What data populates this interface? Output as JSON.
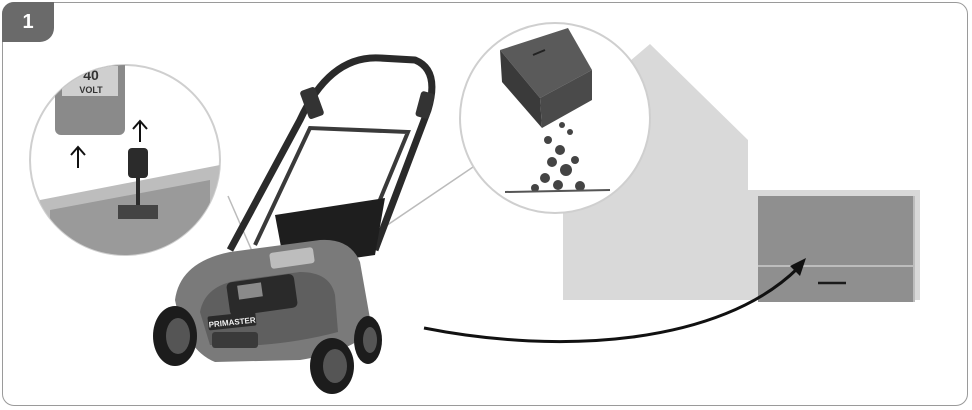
{
  "step": {
    "number": "1"
  },
  "battery": {
    "voltage_label": "40",
    "unit_label": "VOLT"
  },
  "mower": {
    "brand_label": "PRIMASTER"
  },
  "colors": {
    "frame": "#9a9a9a",
    "badge": "#6a6a6a",
    "house": "#d9d9d9",
    "compost_box": "#8c8c8c",
    "mower_body": "#7a7a7a",
    "mower_dark": "#2e2e2e"
  },
  "icons": [
    "arrow-up-icon",
    "curved-arrow-icon",
    "minus-icon"
  ]
}
